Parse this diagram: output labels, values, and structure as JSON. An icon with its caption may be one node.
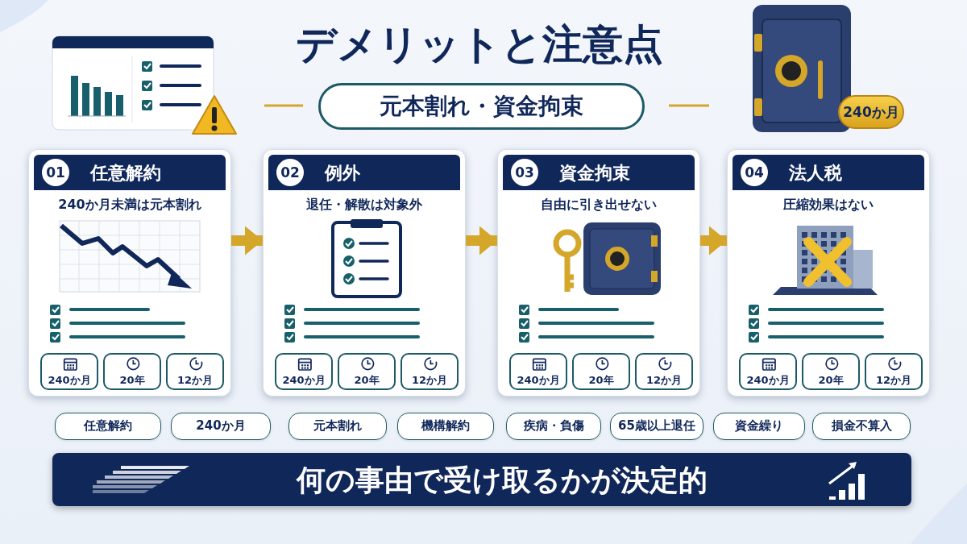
{
  "diagram": {
    "title": "デメリットと注意点",
    "nodes": [
      {
        "text": [
          "元本割れ・資金拘束"
        ]
      },
      {
        "text": [
          "240か月"
        ]
      },
      {
        "text": [
          "01",
          "任意解約",
          "240か月未満は元本割れ"
        ]
      },
      {
        "text": [
          "240か月"
        ],
        "in": 2
      },
      {
        "text": [
          "20年"
        ],
        "in": 2
      },
      {
        "text": [
          "12か月"
        ],
        "in": 2
      },
      {
        "text": [
          "02",
          "例外",
          "退任・解散は対象外"
        ]
      },
      {
        "text": [
          "240か月"
        ],
        "in": 6
      },
      {
        "text": [
          "20年"
        ],
        "in": 6
      },
      {
        "text": [
          "12か月"
        ],
        "in": 6
      },
      {
        "text": [
          "03",
          "資金拘束",
          "自由に引き出せない"
        ]
      },
      {
        "text": [
          "240か月"
        ],
        "in": 10
      },
      {
        "text": [
          "20年"
        ],
        "in": 10
      },
      {
        "text": [
          "12か月"
        ],
        "in": 10
      },
      {
        "text": [
          "04",
          "法人税",
          "圧縮効果はない"
        ]
      },
      {
        "text": [
          "240か月"
        ],
        "in": 14
      },
      {
        "text": [
          "20年"
        ],
        "in": 14
      },
      {
        "text": [
          "12か月"
        ],
        "in": 14
      },
      {
        "text": [
          "任意解約"
        ]
      },
      {
        "text": [
          "240か月"
        ]
      },
      {
        "text": [
          "元本割れ"
        ]
      },
      {
        "text": [
          "機構解約"
        ]
      },
      {
        "text": [
          "疾病・負傷"
        ]
      },
      {
        "text": [
          "65歳以上退任"
        ]
      },
      {
        "text": [
          "資金繰り"
        ]
      },
      {
        "text": [
          "損金不算入"
        ]
      },
      {
        "text": [
          "何の事由で受け取るかが決定的"
        ]
      }
    ],
    "edges": [
      {
        "from": 2,
        "to": 6,
        "arrow": "to"
      },
      {
        "from": 6,
        "to": 10,
        "arrow": "to"
      },
      {
        "from": 10,
        "to": 14,
        "arrow": "to"
      }
    ]
  }
}
